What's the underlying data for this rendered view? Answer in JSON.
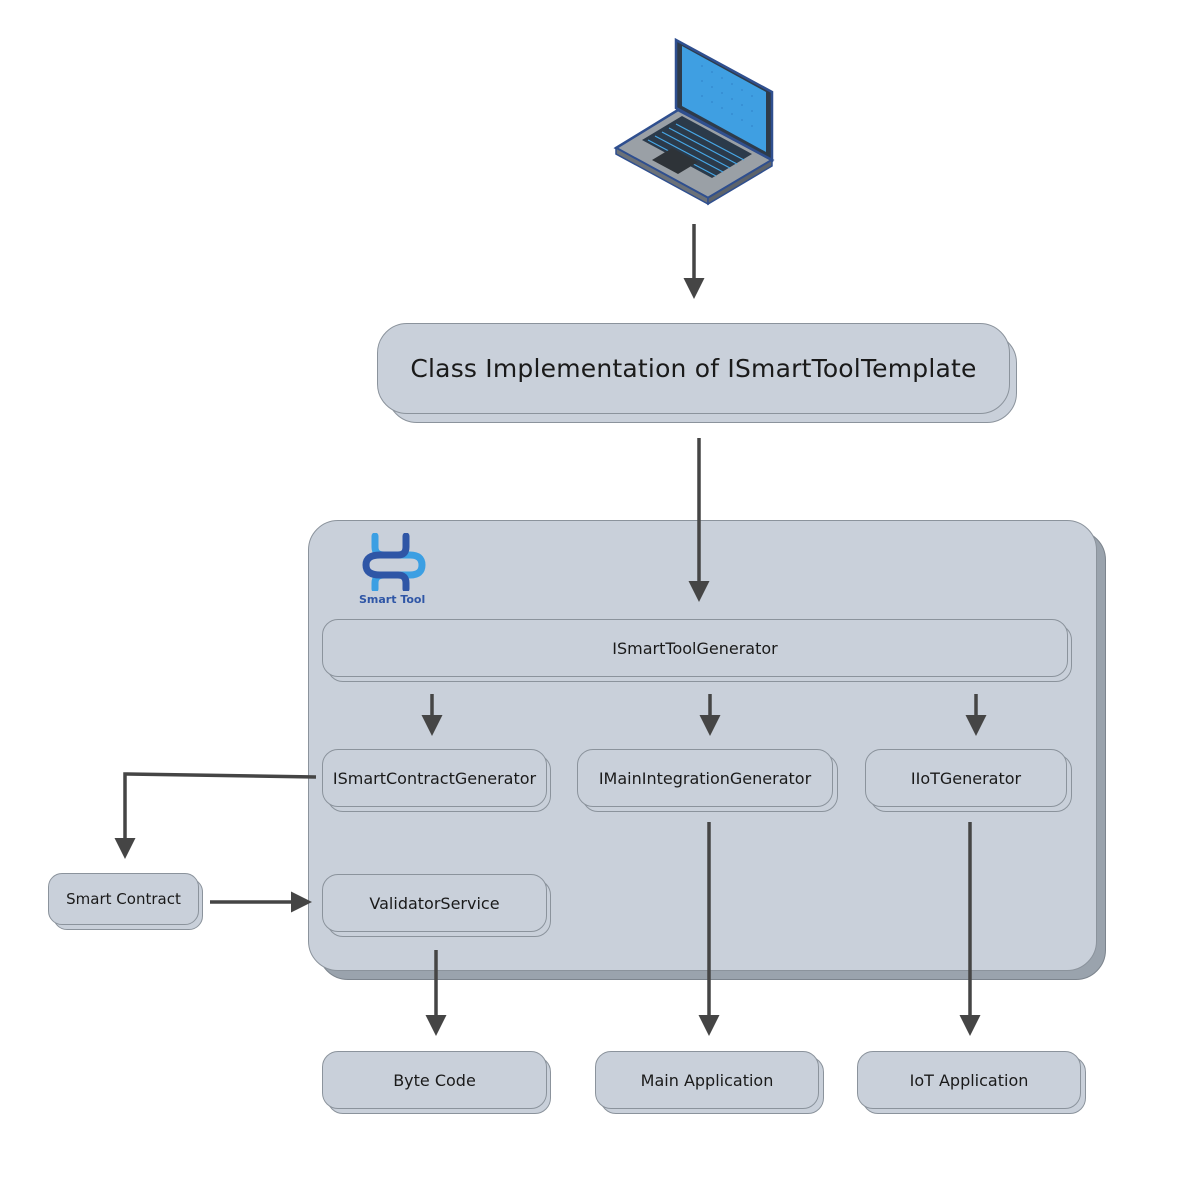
{
  "diagram": {
    "title": "Class Implementation of ISmartToolTemplate",
    "logo": {
      "text": "Smart Tool",
      "colors": {
        "light": "#3b9fe3",
        "dark": "#2f56a6"
      }
    },
    "generator": "ISmartToolGenerator",
    "sub_generators": {
      "contract": "ISmartContractGenerator",
      "main_integration": "IMainIntegrationGenerator",
      "iot": "IIoTGenerator"
    },
    "validator": "ValidatorService",
    "smart_contract": "Smart Contract",
    "outputs": {
      "byte_code": "Byte Code",
      "main_app": "Main Application",
      "iot_app": "IoT Application"
    },
    "icons": {
      "client": "laptop-icon"
    },
    "colors": {
      "node_fill": "#c9d0da",
      "node_border": "#8b939c",
      "arrow": "#454545"
    }
  }
}
